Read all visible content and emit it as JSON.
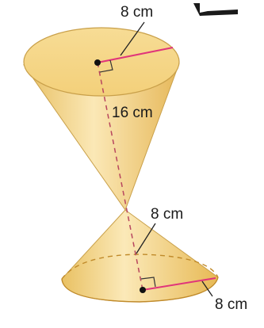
{
  "labels": {
    "top_radius": "8 cm",
    "top_height": "16 cm",
    "bottom_height": "8 cm",
    "bottom_radius": "8 cm"
  },
  "colors": {
    "cone_fill_light": "#fbe7b0",
    "cone_fill_mid": "#efcb72",
    "cone_fill_dark": "#c89a3a",
    "radius_line": "#e0357a",
    "height_line": "#c84a6a",
    "outline": "#b88a30"
  }
}
